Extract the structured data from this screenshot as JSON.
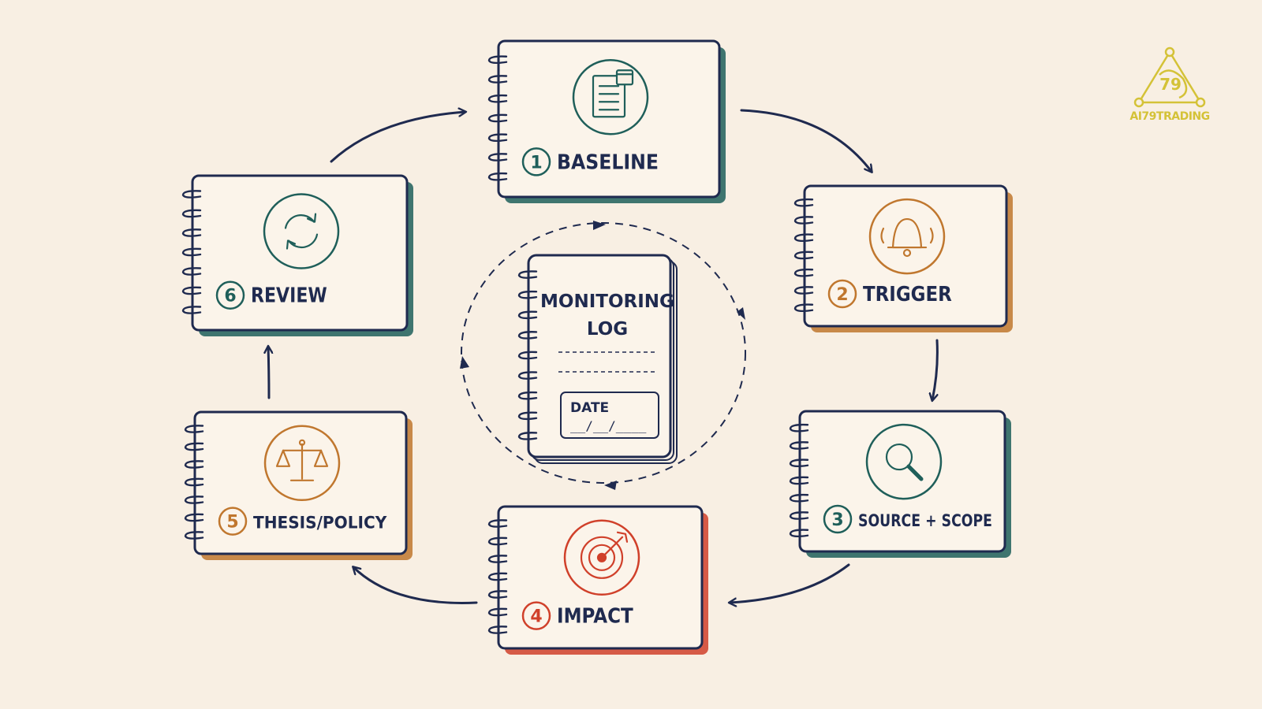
{
  "colors": {
    "background": "#f8efe3",
    "ink": "#1f2a4f",
    "teal": "#1f5f5a",
    "orange": "#c0772e",
    "red": "#d0402a",
    "gold": "#d4c237"
  },
  "steps": [
    {
      "number": "1",
      "label": "BASELINE",
      "icon": "document-calendar-icon",
      "color": "#1f5f5a"
    },
    {
      "number": "2",
      "label": "TRIGGER",
      "icon": "bell-icon",
      "color": "#c0772e"
    },
    {
      "number": "3",
      "label": "SOURCE + SCOPE",
      "icon": "magnifier-icon",
      "color": "#1f5f5a"
    },
    {
      "number": "4",
      "label": "IMPACT",
      "icon": "target-icon",
      "color": "#d0402a"
    },
    {
      "number": "5",
      "label": "THESIS/POLICY",
      "icon": "scales-icon",
      "color": "#c0772e"
    },
    {
      "number": "6",
      "label": "REVIEW",
      "icon": "refresh-cycle-icon",
      "color": "#1f5f5a"
    }
  ],
  "center_log": {
    "title_line1": "MONITORING",
    "title_line2": "LOG",
    "date_label": "DATE",
    "date_field": "__/__/____"
  },
  "logo": {
    "mark": "79",
    "text": "AI79TRADING"
  }
}
